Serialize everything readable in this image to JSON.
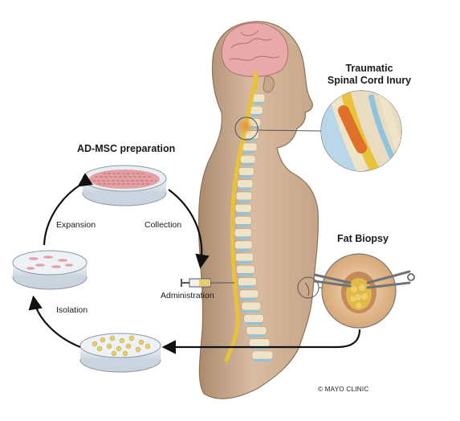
{
  "panel": {
    "title": "AD-MSC preparation"
  },
  "steps": {
    "expansion": "Expansion",
    "collection": "Collection",
    "isolation": "Isolation",
    "administration": "Administration"
  },
  "callouts": {
    "injury_line1": "Traumatic",
    "injury_line2": "Spinal Cord Inury",
    "biopsy": "Fat Biopsy"
  },
  "credit": "© MAYO CLINIC",
  "colors": {
    "skin": "#d6b79b",
    "skin_shadow": "#b08f73",
    "spinal_cord": "#e8c23a",
    "vertebra": "#f0e4c8",
    "disc": "#8fc3de",
    "brain": "#e7a9a9",
    "cells_pink": "#e3a0a5",
    "cells_yellow": "#e6cf6a",
    "injury": "#e0702a",
    "fat": "#e2b84a",
    "dish_glass": "#dfe7ee",
    "arrow": "#111111"
  },
  "icons": {
    "syringe": "syringe-icon",
    "forceps": "forceps-icon"
  }
}
